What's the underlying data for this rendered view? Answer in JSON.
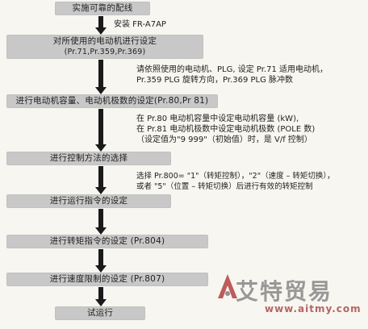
{
  "steps": [
    {
      "text": "实施可靠的配线"
    },
    {
      "text": "对所使用的电动机进行设定",
      "sub": "(Pr.71,Pr.359,Pr.369)"
    },
    {
      "text": "进行电动机容量、电动机极数的设定(Pr.80,Pr 81)"
    },
    {
      "text": "进行控制方法的选择"
    },
    {
      "text": "进行运行指令的设定"
    },
    {
      "text": "进行转矩指令的设定 (Pr.804)"
    },
    {
      "text": "进行速度限制的设定 (Pr.807)"
    },
    {
      "text": "试运行"
    }
  ],
  "side_note": "安装 FR-A7AP",
  "notes": {
    "motor_setting": [
      "请依照使用的电动机、PLG, 设定 Pr.71 适用电动机，",
      "Pr.359 PLG 旋转方向，Pr.369 PLG 脉冲数"
    ],
    "capacity_setting": [
      "在 Pr.80 电动机容量中设定电动机容量 (kW),",
      "在 Pr.81 电动机极数中设定电动机极数 (POLE 数)",
      "（设定值为\"9 999\"（初始值）时，是 V/f 控制）"
    ],
    "control_method": [
      "选择 Pr.800= \"1\"（转矩控制），\"2\"（速度 – 转矩切换），",
      "或者 \"5\"（位置 – 转矩切换）后进行有效的转矩控制"
    ]
  },
  "watermark": {
    "title": "艾特贸易",
    "url": "www.aitmy.com"
  },
  "colors": {
    "box_fill": "#c9c8c8",
    "arrow": "#1a1a1a",
    "background": "#f7f6f1"
  }
}
